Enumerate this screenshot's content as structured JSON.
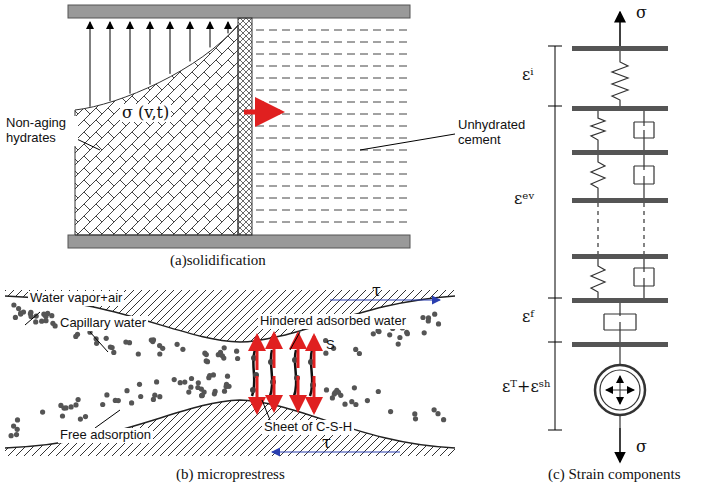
{
  "diagram": {
    "labels": [
      "Non-aging hydrates",
      "σ (v,t)",
      "Unhydrated cement",
      "(a)solidification",
      "Water vapor+air",
      "τ",
      "Capillary water",
      "Hindered adsorbed water",
      "S",
      "Free adsorption",
      "Sheet of C-S-H",
      "τ",
      "(b) microprestress",
      "σ",
      "εⁱ",
      "εᵉᵛ",
      "εᶠ",
      "εᵀ+εˢʰ",
      "σ",
      "(c) Strain components"
    ]
  }
}
